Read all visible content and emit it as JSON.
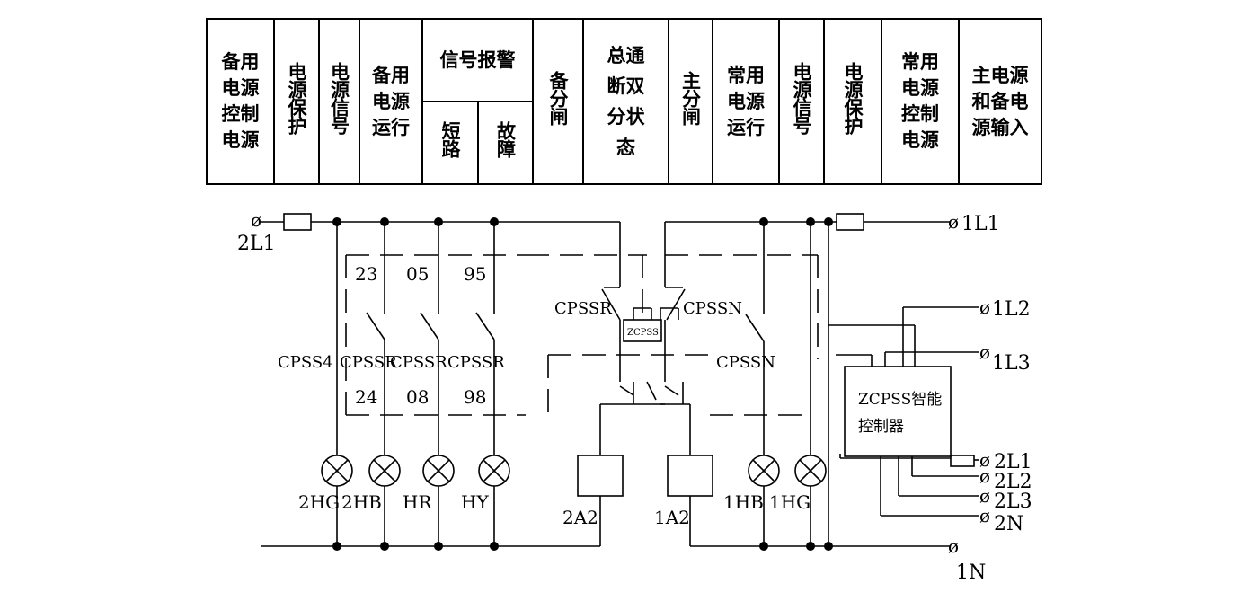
{
  "header": {
    "c1": "备用电源控制电源",
    "c2": "电源保护",
    "c3": "电源信号",
    "c4": "备用电源运行",
    "c5": "信号报警",
    "c5a": "短路",
    "c5b": "故障",
    "c6": "备分闸",
    "c7": "总通断双分状态",
    "c8": "主分闸",
    "c9": "常用电源运行",
    "c10": "电源信号",
    "c11": "电源保护",
    "c12": "常用电源控制电源",
    "c13": "主电源和备电源输入"
  },
  "terminals": {
    "in_2L1": "2L1",
    "t_1L1": "1L1",
    "t_1L2": "1L2",
    "t_1L3": "1L3",
    "t_2L1": "2L1",
    "t_2L2": "2L2",
    "t_2L3": "2L3",
    "t_2N": "2N",
    "t_1N": "1N",
    "phi": "ø"
  },
  "contacts": {
    "n23": "23",
    "n05": "05",
    "n95": "95",
    "n24": "24",
    "n08": "08",
    "n98": "98",
    "cpss4": "CPSS4",
    "cpssr1": "CPSSR",
    "cpssr2": "CPSSR",
    "cpssr3": "CPSSR",
    "cpssr_main": "CPSSR",
    "cpssn_main": "CPSSN",
    "cpssn2": "CPSSN",
    "zcpss_small": "ZCPSS"
  },
  "lamps": {
    "l1": "2HG",
    "l2": "2HB",
    "l3": "HR",
    "l4": "HY",
    "l5": "1HB",
    "l6": "1HG"
  },
  "coils": {
    "k1": "2A2",
    "k2": "1A2"
  },
  "controller": {
    "line1": "ZCPSS智能",
    "line2": "控制器"
  }
}
